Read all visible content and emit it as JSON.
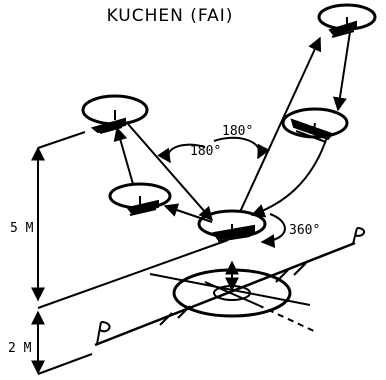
{
  "title": "KUCHEN (FAI)",
  "labels": {
    "angle_180_upper": "180°",
    "angle_180_left": "180°",
    "angle_360": "360°",
    "height_5m": "5 M",
    "height_2m": "2 M"
  }
}
